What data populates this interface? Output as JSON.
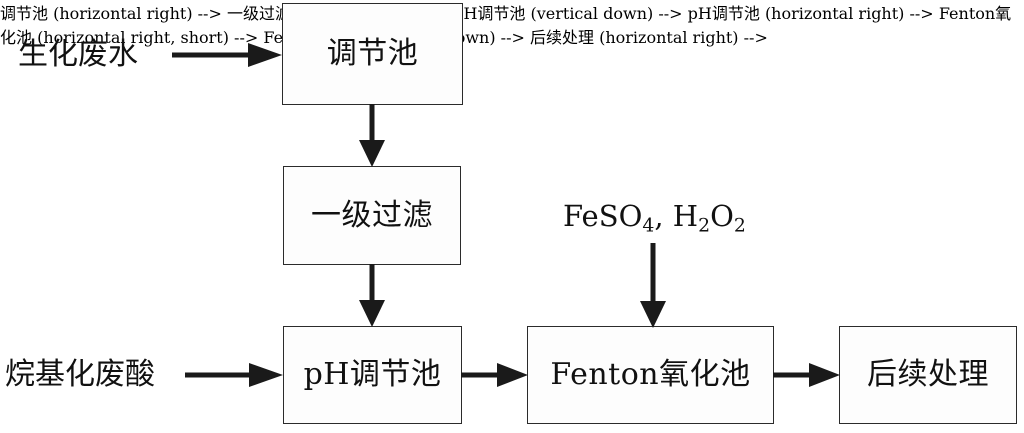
{
  "diagram": {
    "title_text_color": "#111111",
    "box_border_color": "#2b2b2b",
    "box_fill_color": "#fdfdfd",
    "arrow_color": "#1a1a1a",
    "nodes": [
      {
        "id": "regulating-tank",
        "label": "调节池"
      },
      {
        "id": "primary-filtration",
        "label": "一级过滤"
      },
      {
        "id": "ph-adjustment-tank",
        "label": "pH调节池"
      },
      {
        "id": "fenton-oxidation-tank",
        "label": "Fenton氧化池"
      },
      {
        "id": "subsequent-treatment",
        "label": "后续处理"
      }
    ],
    "inputs": [
      {
        "id": "biochemical-wastewater",
        "label": "生化废水"
      },
      {
        "id": "alkylation-spent-acid",
        "label": "烷基化废酸"
      }
    ],
    "reagents": {
      "id": "fenton-reagents",
      "parts": [
        {
          "text": "FeSO",
          "sub": "4"
        },
        {
          "text": ", H",
          "sub": "2"
        },
        {
          "text": "O",
          "sub": "2"
        }
      ],
      "plain": "FeSO4, H2O2"
    },
    "connectors": [
      {
        "id": "biochemical-wastewater-to-regulating-tank",
        "direction": "right"
      },
      {
        "id": "regulating-tank-to-primary-filtration",
        "direction": "down"
      },
      {
        "id": "primary-filtration-to-ph-adjustment-tank",
        "direction": "down"
      },
      {
        "id": "alkylation-spent-acid-to-ph-adjustment-tank",
        "direction": "right"
      },
      {
        "id": "ph-adjustment-tank-to-fenton-oxidation-tank",
        "direction": "right"
      },
      {
        "id": "fenton-reagents-to-fenton-oxidation-tank",
        "direction": "down"
      },
      {
        "id": "fenton-oxidation-tank-to-subsequent-treatment",
        "direction": "right"
      }
    ]
  }
}
